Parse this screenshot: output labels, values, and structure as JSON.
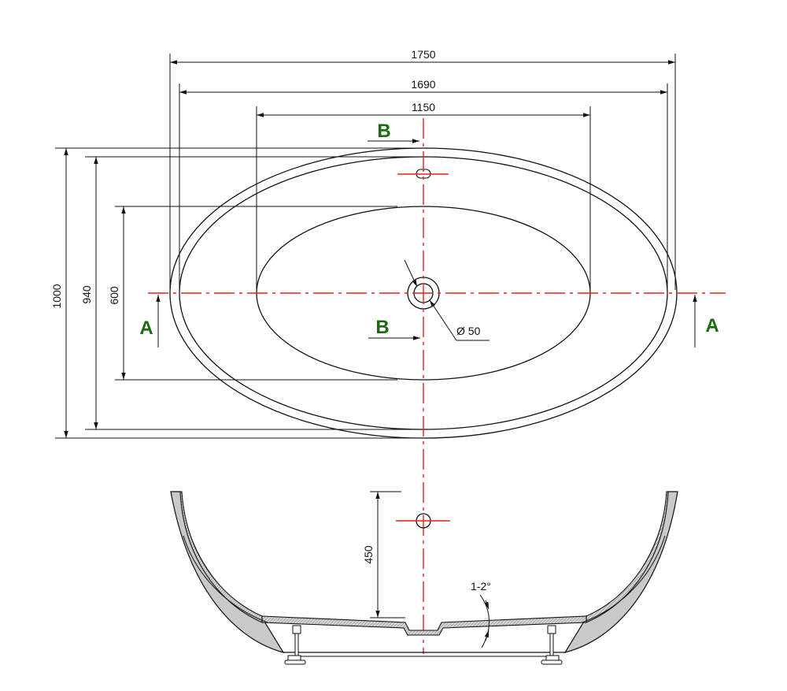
{
  "dimensions": {
    "width_outer": "1750",
    "width_inner": "1690",
    "width_bottom": "1150",
    "height_outer": "1000",
    "height_inner": "940",
    "height_bottom": "600",
    "drain_diameter": "Ø 50",
    "depth": "450",
    "slope": "1-2°"
  },
  "sections": {
    "a_left": "A",
    "a_right": "A",
    "b_top": "B",
    "b_bottom": "B"
  },
  "colors": {
    "section_label": "#1e6a12",
    "centerline": "#e8201c",
    "ink": "#111111"
  }
}
